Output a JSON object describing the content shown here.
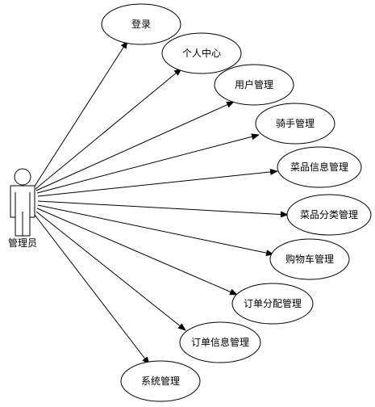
{
  "actor": {
    "label": "管理员"
  },
  "use_cases": [
    {
      "label": "登录"
    },
    {
      "label": "个人中心"
    },
    {
      "label": "用户管理"
    },
    {
      "label": "骑手管理"
    },
    {
      "label": "菜品信息管理"
    },
    {
      "label": "菜品分类管理"
    },
    {
      "label": "购物车管理"
    },
    {
      "label": "订单分配管理"
    },
    {
      "label": "订单信息管理"
    },
    {
      "label": "系统管理"
    }
  ],
  "colors": {
    "stroke": "#000000",
    "fill": "#ffffff"
  }
}
